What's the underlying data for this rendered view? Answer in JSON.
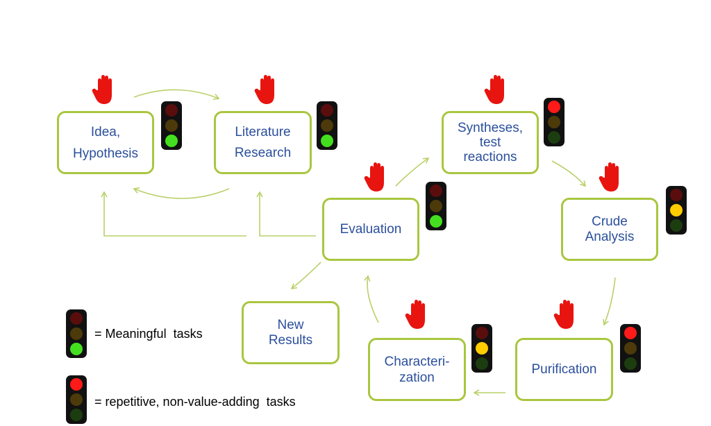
{
  "colors": {
    "box_border": "#a9c63f",
    "arrow": "#b9d068",
    "text": "#2b4f9c",
    "stop_hand": "#e8140f",
    "light_red_on": "#ff1a1a",
    "light_red_off": "#5a0d0d",
    "light_yellow_on": "#ffcc00",
    "light_yellow_off": "#4d3a0a",
    "light_green_on": "#44e020",
    "light_green_off": "#1c3d10"
  },
  "nodes": [
    {
      "id": "idea",
      "label": "Idea,\nHypothesis",
      "signal": "green",
      "hand": true
    },
    {
      "id": "literature",
      "label": "Literature\nResearch",
      "signal": "green",
      "hand": true
    },
    {
      "id": "syntheses",
      "label": "Syntheses,\ntest\nreactions",
      "signal": "red",
      "hand": true
    },
    {
      "id": "crude",
      "label": "Crude\nAnalysis",
      "signal": "yellow",
      "hand": true
    },
    {
      "id": "evaluation",
      "label": "Evaluation",
      "signal": "green",
      "hand": true
    },
    {
      "id": "purification",
      "label": "Purification",
      "signal": "red",
      "hand": true
    },
    {
      "id": "characterization",
      "label": "Characteri-\nzation",
      "signal": "yellow",
      "hand": true
    },
    {
      "id": "results",
      "label": "New\nResults",
      "signal": "none",
      "hand": false
    }
  ],
  "legend": {
    "meaningful": {
      "label": "= Meaningful  tasks",
      "signal": "green"
    },
    "repetitive": {
      "label": "= repetitive, non-value-adding  tasks",
      "signal": "red"
    }
  }
}
